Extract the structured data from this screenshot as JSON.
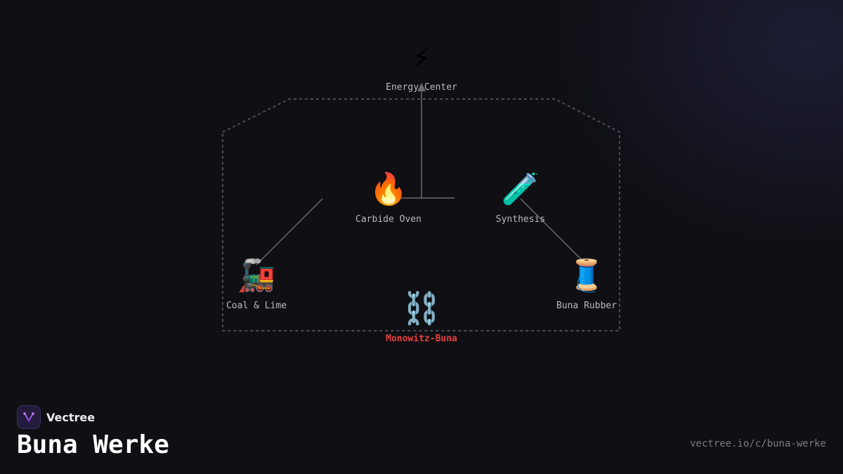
{
  "diagram": {
    "nodes": [
      {
        "id": "energy-center",
        "label": "Energy Center",
        "icon": "⚡",
        "icon_name": "lightning-icon"
      },
      {
        "id": "carbide-oven",
        "label": "Carbide Oven",
        "icon": "🔥",
        "icon_name": "fire-icon"
      },
      {
        "id": "synthesis",
        "label": "Synthesis",
        "icon": "🧪",
        "icon_name": "test-tube-icon"
      },
      {
        "id": "coal-lime",
        "label": "Coal & Lime",
        "icon": "🚂",
        "icon_name": "locomotive-icon"
      },
      {
        "id": "buna-rubber",
        "label": "Buna Rubber",
        "icon": "🧵",
        "icon_name": "thread-spool-icon"
      }
    ],
    "edges": [
      {
        "from": "carbide-oven",
        "to": "energy-center",
        "arrow": true
      },
      {
        "from": "coal-lime",
        "to": "carbide-oven",
        "arrow": false
      },
      {
        "from": "synthesis",
        "to": "buna-rubber",
        "arrow": false
      }
    ],
    "group": {
      "label": "Monowitz-Buna",
      "icon": "⛓️",
      "icon_name": "chains-icon"
    },
    "colors": {
      "edge": "#6a6a72",
      "boundary": "#4d4d55",
      "group_label": "#e8403f",
      "node_label": "#b9b9c3"
    }
  },
  "footer": {
    "brand": "Vectree",
    "title": "Buna Werke",
    "url": "vectree.io/c/buna-werke"
  }
}
